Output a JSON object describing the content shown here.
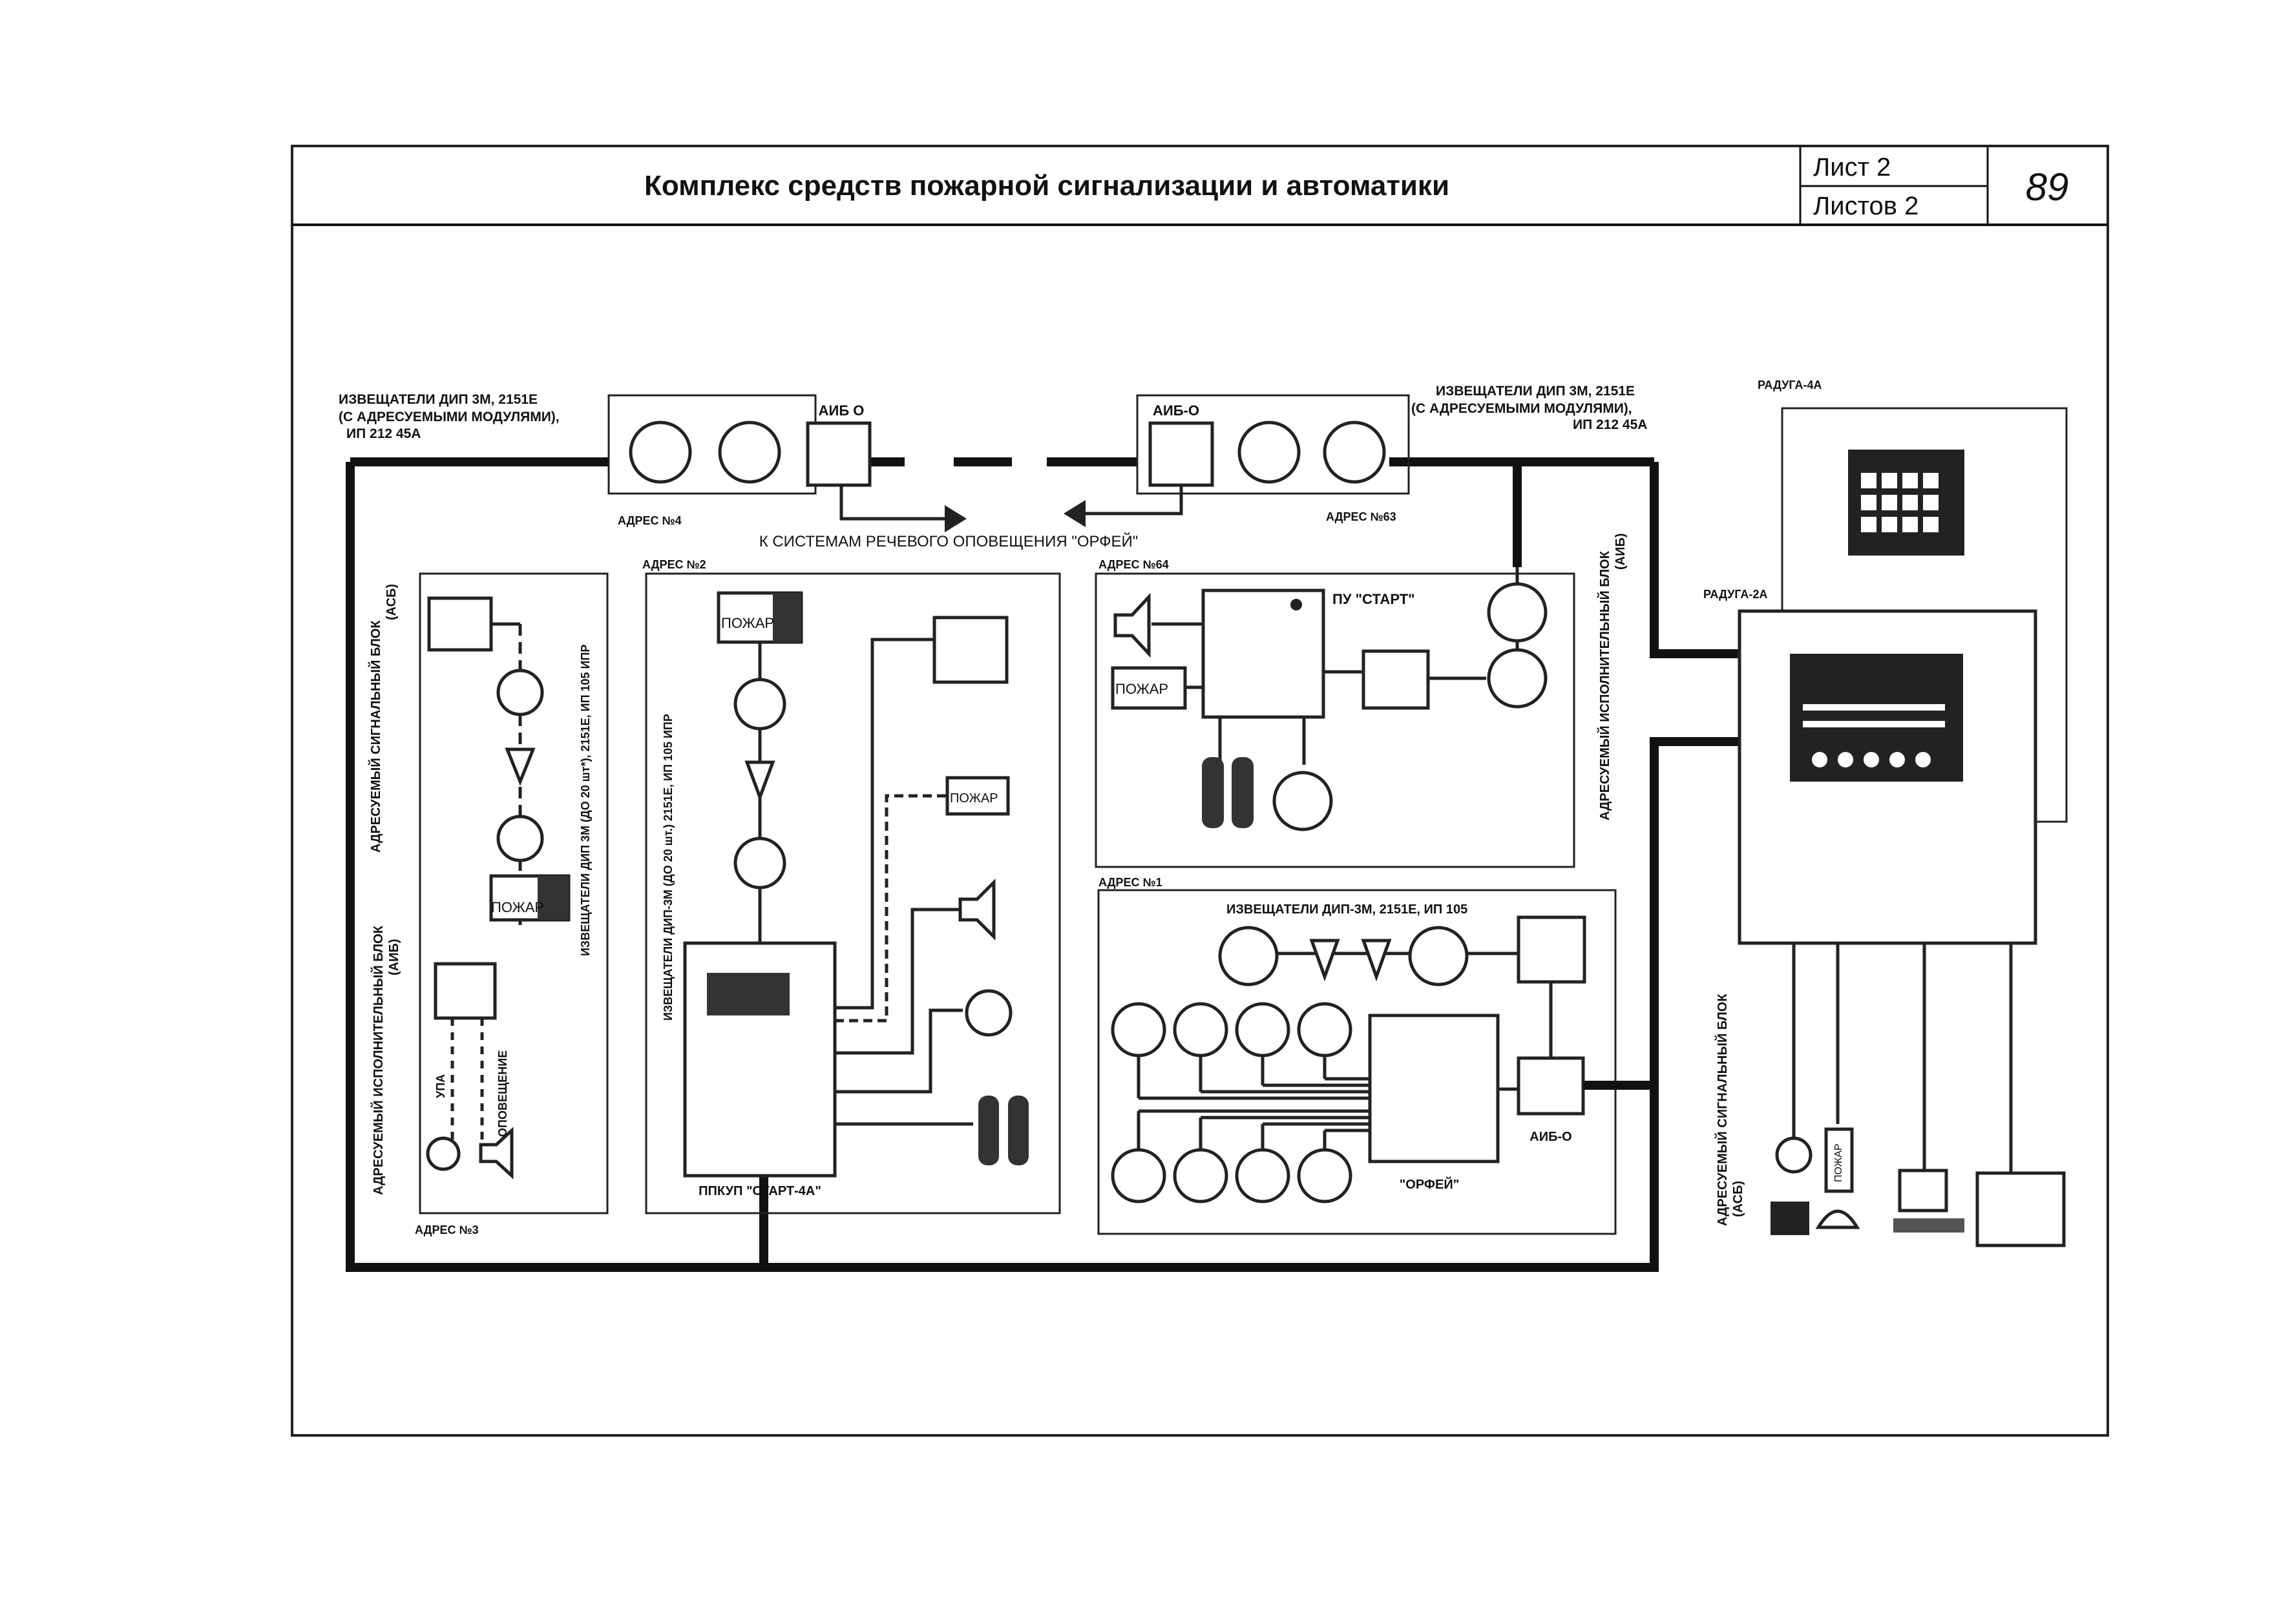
{
  "title": "Комплекс средств пожарной сигнализации и автоматики",
  "sheet": {
    "sheet_label": "Лист  2",
    "sheets_label": "Листов  2",
    "page_number": "89"
  },
  "labels": {
    "detectors_left": [
      "ИЗВЕЩАТЕЛИ  ДИП 3М, 2151Е",
      "(С АДРЕСУЕМЫМИ МОДУЛЯМИ),",
      "ИП 212 45А"
    ],
    "detectors_right": [
      "ИЗВЕЩАТЕЛИ  ДИП 3М, 2151Е",
      "(С АДРЕСУЕМЫМИ МОДУЛЯМИ),",
      "ИП 212 45А"
    ],
    "aib_o_left": "АИБ О",
    "aib_o_right": "АИБ-О",
    "addr4": "АДРЕС №4",
    "addr63": "АДРЕС №63",
    "voice_systems": "К СИСТЕМАМ РЕЧЕВОГО ОПОВЕЩЕНИЯ \"ОРФЕЙ\"",
    "addr2": "АДРЕС №2",
    "addr64": "АДРЕС №64",
    "addr1": "АДРЕС №1",
    "addr3": "АДРЕС №3",
    "pu_start": "ПУ \"СТАРТ\"",
    "ppkup": "ППКУП \"СТАРТ-4А\"",
    "radouga4a": "РАДУГА-4А",
    "radouga2a": "РАДУГА-2А",
    "asb_block_left": [
      "АДРЕСУЕМЫЙ СИГНАЛЬНЫЙ БЛОК",
      "(АСБ)"
    ],
    "aib_block_left": [
      "АДРЕСУЕМЫЙ ИСПОЛНИТЕЛЬНЫЙ БЛОК",
      "(АИБ)"
    ],
    "detectors_vert_left": "ИЗВЕЩАТЕЛИ ДИП 3М (ДО 20 шт*), 2151Е, ИП 105 ИПР",
    "detectors_vert_addr2": "ИЗВЕЩАТЕЛИ ДИП-3М (ДО 20 шт.) 2151Е, ИП 105 ИПР",
    "aib_block_right": [
      "АДРЕСУЕМЫЙ ИСПОЛНИТЕЛЬНЫЙ БЛОК",
      "(АИБ)"
    ],
    "asb_block_right": [
      "АДРЕСУЕМЫЙ СИГНАЛЬНЫЙ БЛОК",
      "(АСБ)"
    ],
    "upa": "УПА",
    "notification": "ОПОВЕЩЕНИЕ",
    "fire": "ПОЖАР",
    "detectors_addr1": "ИЗВЕЩАТЕЛИ ДИП-3М, 2151Е, ИП 105",
    "aib_o_addr1": "АИБ-О",
    "orfei": "\"ОРФЕЙ\"",
    "fire_printer": "ПОЖАР"
  }
}
